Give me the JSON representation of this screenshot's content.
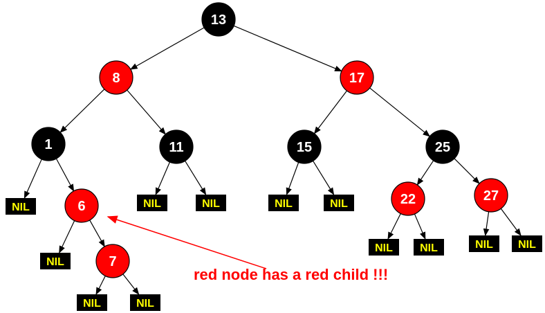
{
  "colors": {
    "red": "#ff0000",
    "black": "#000000",
    "nil_text": "#ffff00",
    "node_text": "#ffffff",
    "edge": "#000000",
    "annotation": "#ff0000"
  },
  "nil_label": "NIL",
  "annotation": "red node has a red child !!!",
  "nodes": [
    {
      "key": "n13",
      "label": "13",
      "color": "black"
    },
    {
      "key": "n8",
      "label": "8",
      "color": "red"
    },
    {
      "key": "n17",
      "label": "17",
      "color": "red"
    },
    {
      "key": "n1",
      "label": "1",
      "color": "black"
    },
    {
      "key": "n11",
      "label": "11",
      "color": "black"
    },
    {
      "key": "n15",
      "label": "15",
      "color": "black"
    },
    {
      "key": "n25",
      "label": "25",
      "color": "black"
    },
    {
      "key": "n6",
      "label": "6",
      "color": "red"
    },
    {
      "key": "n22",
      "label": "22",
      "color": "red"
    },
    {
      "key": "n27",
      "label": "27",
      "color": "red"
    },
    {
      "key": "n7",
      "label": "7",
      "color": "red"
    }
  ],
  "edges": [
    [
      "n13",
      "n8"
    ],
    [
      "n13",
      "n17"
    ],
    [
      "n8",
      "n1"
    ],
    [
      "n8",
      "n11"
    ],
    [
      "n17",
      "n15"
    ],
    [
      "n17",
      "n25"
    ],
    [
      "n1",
      "nil_a"
    ],
    [
      "n1",
      "n6"
    ],
    [
      "n11",
      "nil_b"
    ],
    [
      "n11",
      "nil_c"
    ],
    [
      "n15",
      "nil_d"
    ],
    [
      "n15",
      "nil_e"
    ],
    [
      "n25",
      "n22"
    ],
    [
      "n25",
      "n27"
    ],
    [
      "n6",
      "nil_f"
    ],
    [
      "n6",
      "n7"
    ],
    [
      "n22",
      "nil_g"
    ],
    [
      "n22",
      "nil_h"
    ],
    [
      "n27",
      "nil_i"
    ],
    [
      "n27",
      "nil_j"
    ],
    [
      "n7",
      "nil_k"
    ],
    [
      "n7",
      "nil_l"
    ]
  ]
}
